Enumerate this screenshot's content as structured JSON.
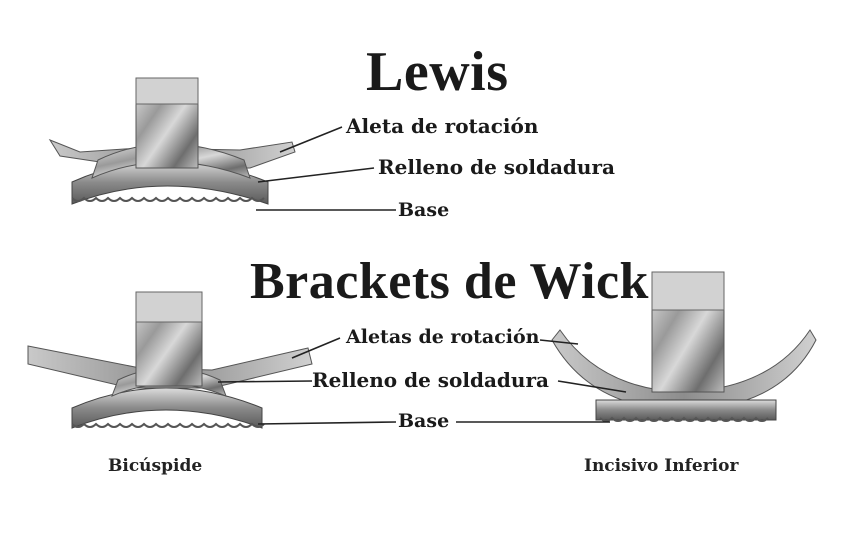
{
  "lewis": {
    "title": "Lewis",
    "labels": {
      "rotation_wing": "Aleta de rotación",
      "solder_fill": "Relleno de soldadura",
      "base": "Base"
    }
  },
  "wick": {
    "title": "Brackets de Wick",
    "labels": {
      "rotation_wings": "Aletas de rotación",
      "solder_fill": "Relleno de soldadura",
      "base": "Base"
    },
    "captions": {
      "bicuspid": "Bicúspide",
      "lower_incisor": "Incisivo Inferior"
    }
  }
}
